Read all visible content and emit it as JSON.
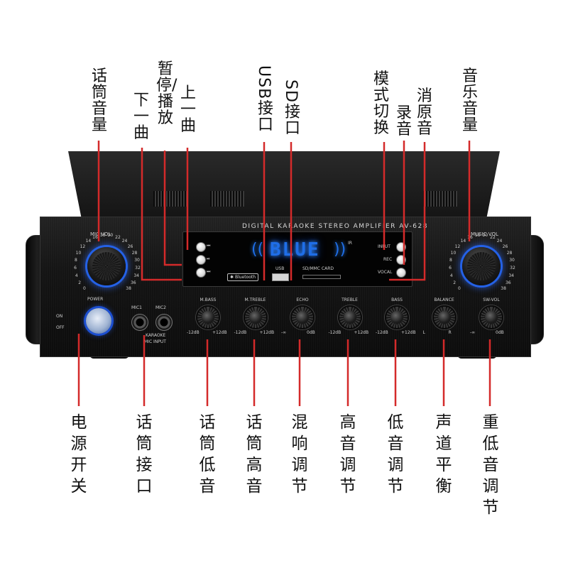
{
  "callouts_top": {
    "mic_vol": "话筒音量",
    "prev": "下一曲",
    "pause_play": "暂停/播放",
    "next": "上一曲",
    "usb": "USB接口",
    "sd": "SD接口",
    "mode": "模式切换",
    "rec": "录音",
    "vocal": "消原音",
    "music_vol": "音乐音量"
  },
  "callouts_bottom": {
    "power": "电源开关",
    "mic_in": "话筒接口",
    "mic_bass": "话筒低音",
    "mic_treble": "话筒高音",
    "echo": "混响调节",
    "treble": "高音调节",
    "bass": "低音调节",
    "balance": "声道平衡",
    "sw_vol": "重低音调节"
  },
  "panel": {
    "title": "DIGITAL  KARAOKE  STEREO  AMPLIFIER  AV-628",
    "display_text": "BLUE",
    "ir": "IR",
    "usb": "USB",
    "sd": "SD/MMC CARD",
    "bluetooth": "Bluetooth",
    "btn_input": "INPUT",
    "btn_rec": "REC",
    "btn_vocal": "VOCAL",
    "mic_vol": "MIC VOL",
    "music_vol": "MUSIC VOL",
    "power": "POWER",
    "on": "ON",
    "off": "OFF",
    "mic1": "MIC1",
    "mic2": "MIC2",
    "karaoke": "KARAOKE",
    "mic_input": "MIC INPUT",
    "knobs": [
      {
        "name": "M.BASS",
        "left": "-12dB",
        "right": "+12dB"
      },
      {
        "name": "M.TREBLE",
        "left": "-12dB",
        "right": "+12dB"
      },
      {
        "name": "ECHO",
        "left": "-∞",
        "right": "0dB"
      },
      {
        "name": "TREBLE",
        "left": "-12dB",
        "right": "+12dB"
      },
      {
        "name": "BASS",
        "left": "-12dB",
        "right": "+12dB"
      },
      {
        "name": "BALANCE",
        "left": "L",
        "right": "R"
      },
      {
        "name": "SW-VOL",
        "left": "-∞",
        "right": "0dB"
      }
    ],
    "dial_scale": [
      "0",
      "2",
      "4",
      "6",
      "8",
      "10",
      "12",
      "14",
      "16",
      "18",
      "20",
      "22",
      "24",
      "26",
      "28",
      "30",
      "32",
      "34",
      "36",
      "38"
    ]
  },
  "colors": {
    "leader_line": "#d42a2a",
    "led_blue": "#2461e6",
    "background": "#ffffff"
  }
}
